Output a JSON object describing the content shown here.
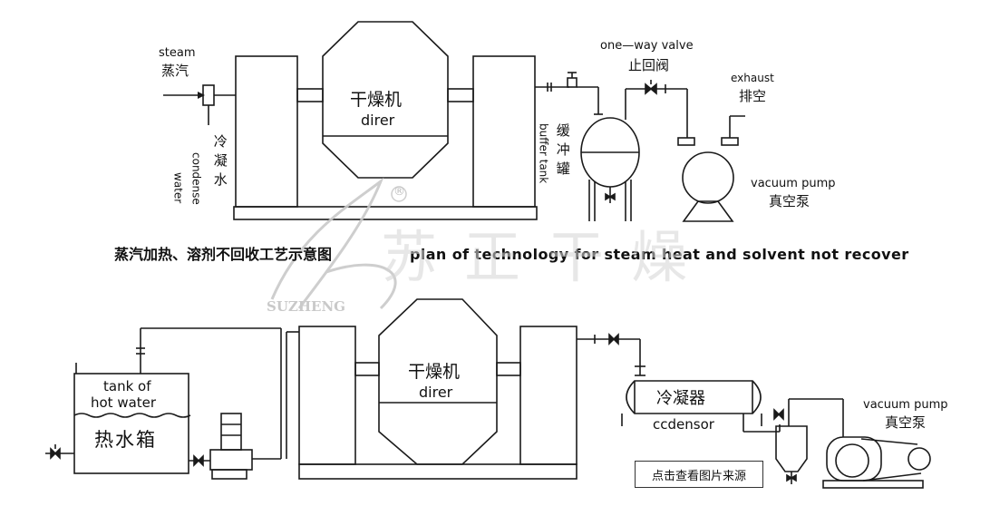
{
  "top_diagram": {
    "steam_en": "steam",
    "steam_zh": "蒸汽",
    "condense_zh": "冷凝水",
    "condense_en_1": "condense",
    "condense_en_2": "water",
    "dryer_zh": "干燥机",
    "dryer_en": "direr",
    "buffer_zh": "缓冲罐",
    "buffer_en": "buffer tank",
    "valve_en": "one—way valve",
    "valve_zh": "止回阀",
    "exhaust_en": "exhaust",
    "exhaust_zh": "排空",
    "pump_en": "vacuum pump",
    "pump_zh": "真空泵"
  },
  "caption": {
    "zh": "蒸汽加热、溶剂不回收工艺示意图",
    "en": "plan of technology for steam heat and solvent not recover"
  },
  "watermark": {
    "brand": "SUZHENG",
    "chars": "苏正干燥",
    "registered": "®"
  },
  "bottom_diagram": {
    "tank_en_1": "tank of",
    "tank_en_2": "hot water",
    "tank_zh": "热水箱",
    "dryer_zh": "干燥机",
    "dryer_en": "direr",
    "condenser_zh": "冷凝器",
    "condenser_en": "ccdensor",
    "pump_en": "vacuum pump",
    "pump_zh": "真空泵"
  },
  "source_button": "点击查看图片来源",
  "colors": {
    "line": "#1a1a1a",
    "watermark": "#c9c9c9"
  }
}
